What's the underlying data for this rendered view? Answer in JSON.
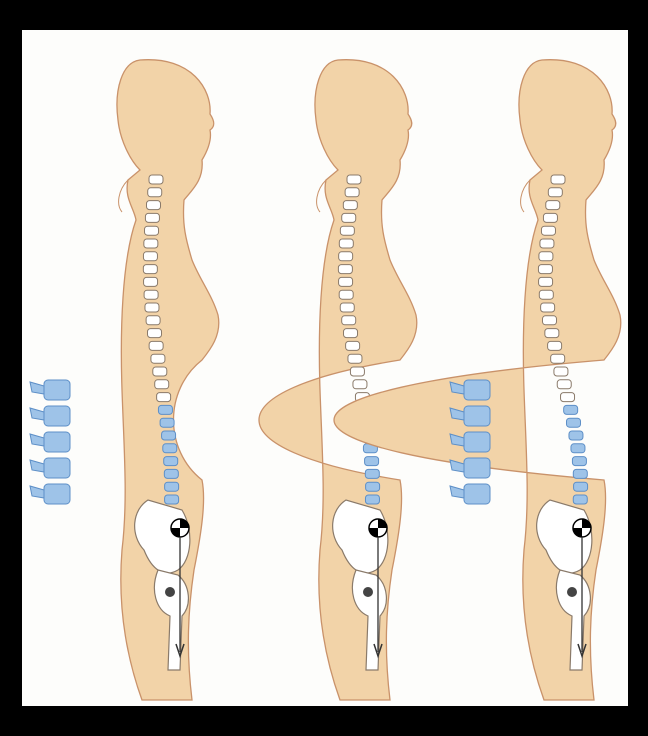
{
  "illustration": {
    "figures": [
      {
        "id": "figure-1",
        "stage": "non-pregnant",
        "lumbar_inset": true
      },
      {
        "id": "figure-2",
        "stage": "mid-pregnancy",
        "lumbar_inset": false
      },
      {
        "id": "figure-3",
        "stage": "late-pregnancy",
        "lumbar_inset": true
      }
    ],
    "colors": {
      "frame": "#000000",
      "background": "#fdfdfb",
      "skin": "#f2d3a8",
      "skin_outline": "#c9926a",
      "bone": "#ffffff",
      "bone_outline": "#8a7a6a",
      "lumbar_blue": "#9ec3e8",
      "lumbar_blue_dark": "#5d8fc7",
      "gravity_line": "#333333"
    },
    "icons": [
      "center-of-gravity-marker",
      "gravity-arrow"
    ]
  }
}
